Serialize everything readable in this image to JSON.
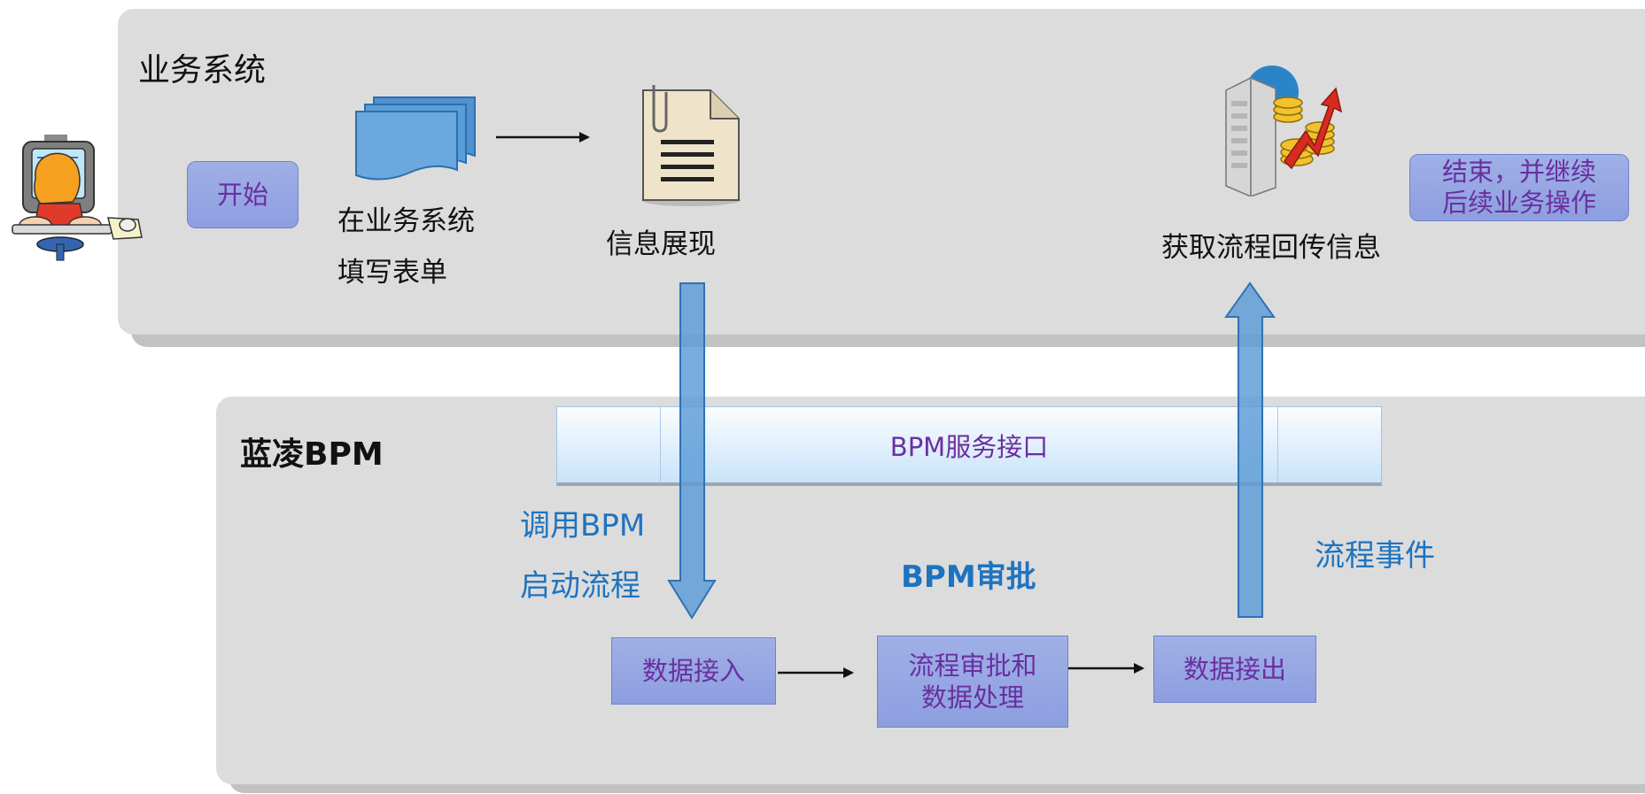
{
  "top_panel": {
    "title": "业务系统"
  },
  "bottom_panel": {
    "title": "蓝凌BPM"
  },
  "nodes": {
    "start": "开始",
    "fill_form_line1": "在业务系统",
    "fill_form_line2": "填写表单",
    "info_display": "信息展现",
    "get_callback": "获取流程回传信息",
    "end_line1": "结束，并继续",
    "end_line2": "后续业务操作",
    "service_interface": "BPM服务接口",
    "data_in": "数据接入",
    "approve_line1": "流程审批和",
    "approve_line2": "数据处理",
    "data_out": "数据接出"
  },
  "labels": {
    "call_bpm_line1": "调用BPM",
    "call_bpm_line2": "启动流程",
    "bpm_approval": "BPM审批",
    "process_event": "流程事件"
  },
  "icons": [
    "user-at-computer-icon",
    "stacked-documents-icon",
    "clipped-document-icon",
    "server-with-coins-icon"
  ],
  "colors": {
    "panel": "#dcdcdc",
    "node_fill": "#94a6e3",
    "node_text": "#6a2fa0",
    "label_blue": "#1e73bf",
    "arrow_blue": "#5b9bd5"
  }
}
